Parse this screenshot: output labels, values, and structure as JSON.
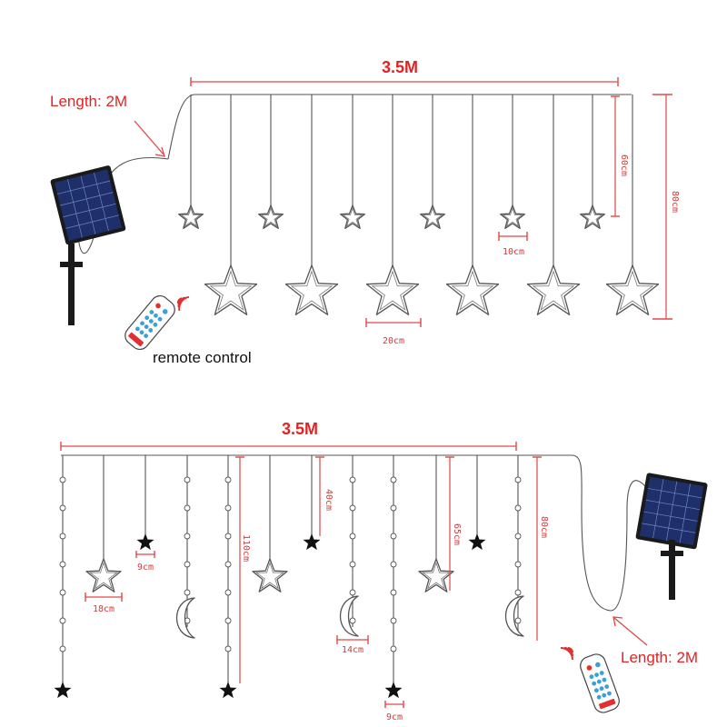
{
  "top": {
    "width_label": "3.5M",
    "cable_label": "Length: 2M",
    "remote_label": "remote control",
    "dim_small_star_drop": "60cm",
    "dim_total_drop": "80cm",
    "dim_small_star_size": "10cm",
    "dim_big_star_size": "20cm"
  },
  "bottom": {
    "width_label": "3.5M",
    "cable_label": "Length: 2M",
    "dim_40": "40cm",
    "dim_110": "110cm",
    "dim_65": "65cm",
    "dim_80": "80cm",
    "dim_star_9_top": "9cm",
    "dim_star_18": "18cm",
    "dim_moon_14": "14cm",
    "dim_star_9_bottom": "9cm"
  },
  "colors": {
    "accent_red": "#e02424",
    "wire": "#555555",
    "panel": "#1e2f6a"
  },
  "icons": [
    "solar-panel-icon",
    "remote-control-icon",
    "signal-waves-icon",
    "star-light-icon",
    "moon-light-icon"
  ]
}
